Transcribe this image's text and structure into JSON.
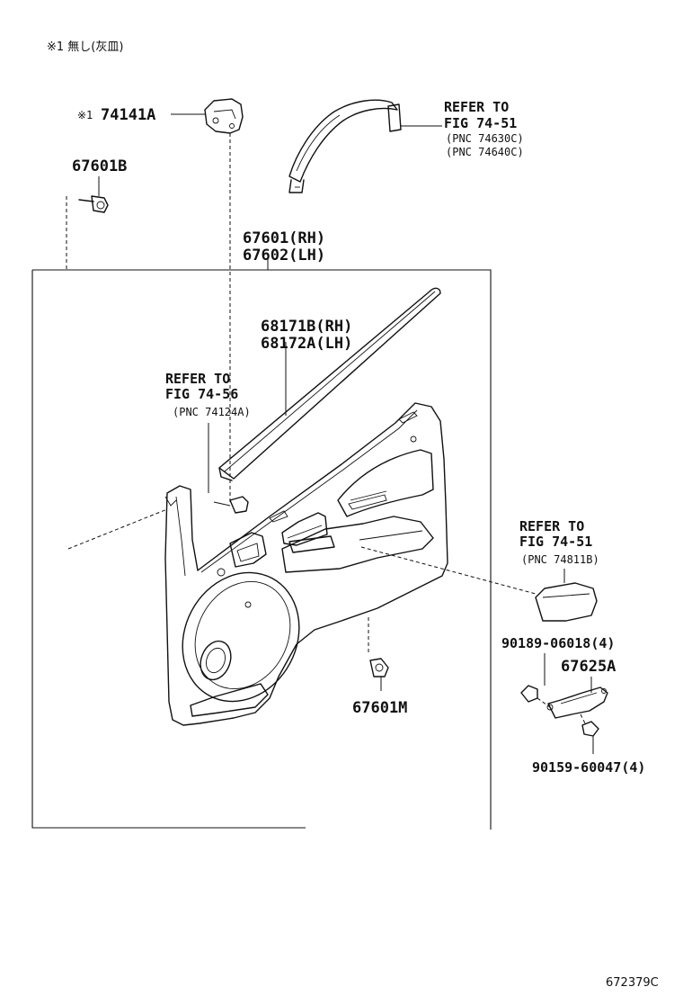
{
  "header_note": "※1 無し(灰皿)",
  "labels": {
    "p74141a_mark": "※1",
    "p74141a": "74141A",
    "p67601b": "67601B",
    "p67601_rh": "67601(RH)",
    "p67602_lh": "67602(LH)",
    "p68171b_rh": "68171B(RH)",
    "p68172a_lh": "68172A(LH)",
    "p67601m": "67601M",
    "p90189": "90189-06018(4)",
    "p67625a": "67625A",
    "p90159": "90159-60047(4)"
  },
  "refer_blocks": [
    {
      "line1": "REFER TO",
      "line2": "FIG 74-51",
      "line3": "(PNC 74630C)",
      "line4": "(PNC 74640C)"
    },
    {
      "line1": "REFER TO",
      "line2": "FIG 74-56",
      "line3": "(PNC 74124A)"
    },
    {
      "line1": "REFER TO",
      "line2": "FIG 74-51",
      "line3": "(PNC 74811B)"
    }
  ],
  "figure_id": "672379C"
}
